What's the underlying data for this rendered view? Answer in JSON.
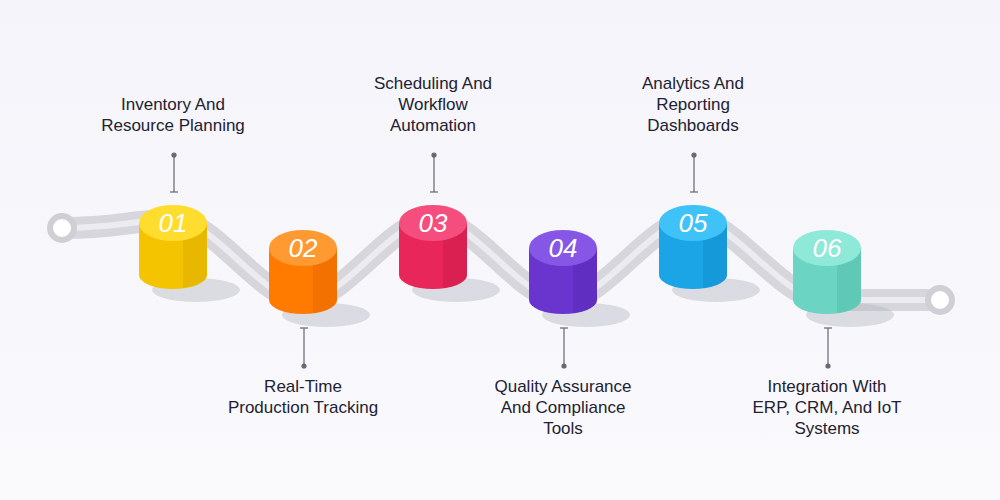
{
  "diagram": {
    "nodes": [
      {
        "text": [
          "01",
          "Inventory And Resource Planning"
        ]
      },
      {
        "text": [
          "02",
          "Real-Time Production Tracking"
        ]
      },
      {
        "text": [
          "03",
          "Scheduling And Workflow Automation"
        ]
      },
      {
        "text": [
          "04",
          "Quality Assurance And Compliance Tools"
        ]
      },
      {
        "text": [
          "05",
          "Analytics And Reporting Dashboards"
        ]
      },
      {
        "text": [
          "06",
          "Integration With ERP, CRM, And IoT Systems"
        ]
      }
    ]
  }
}
